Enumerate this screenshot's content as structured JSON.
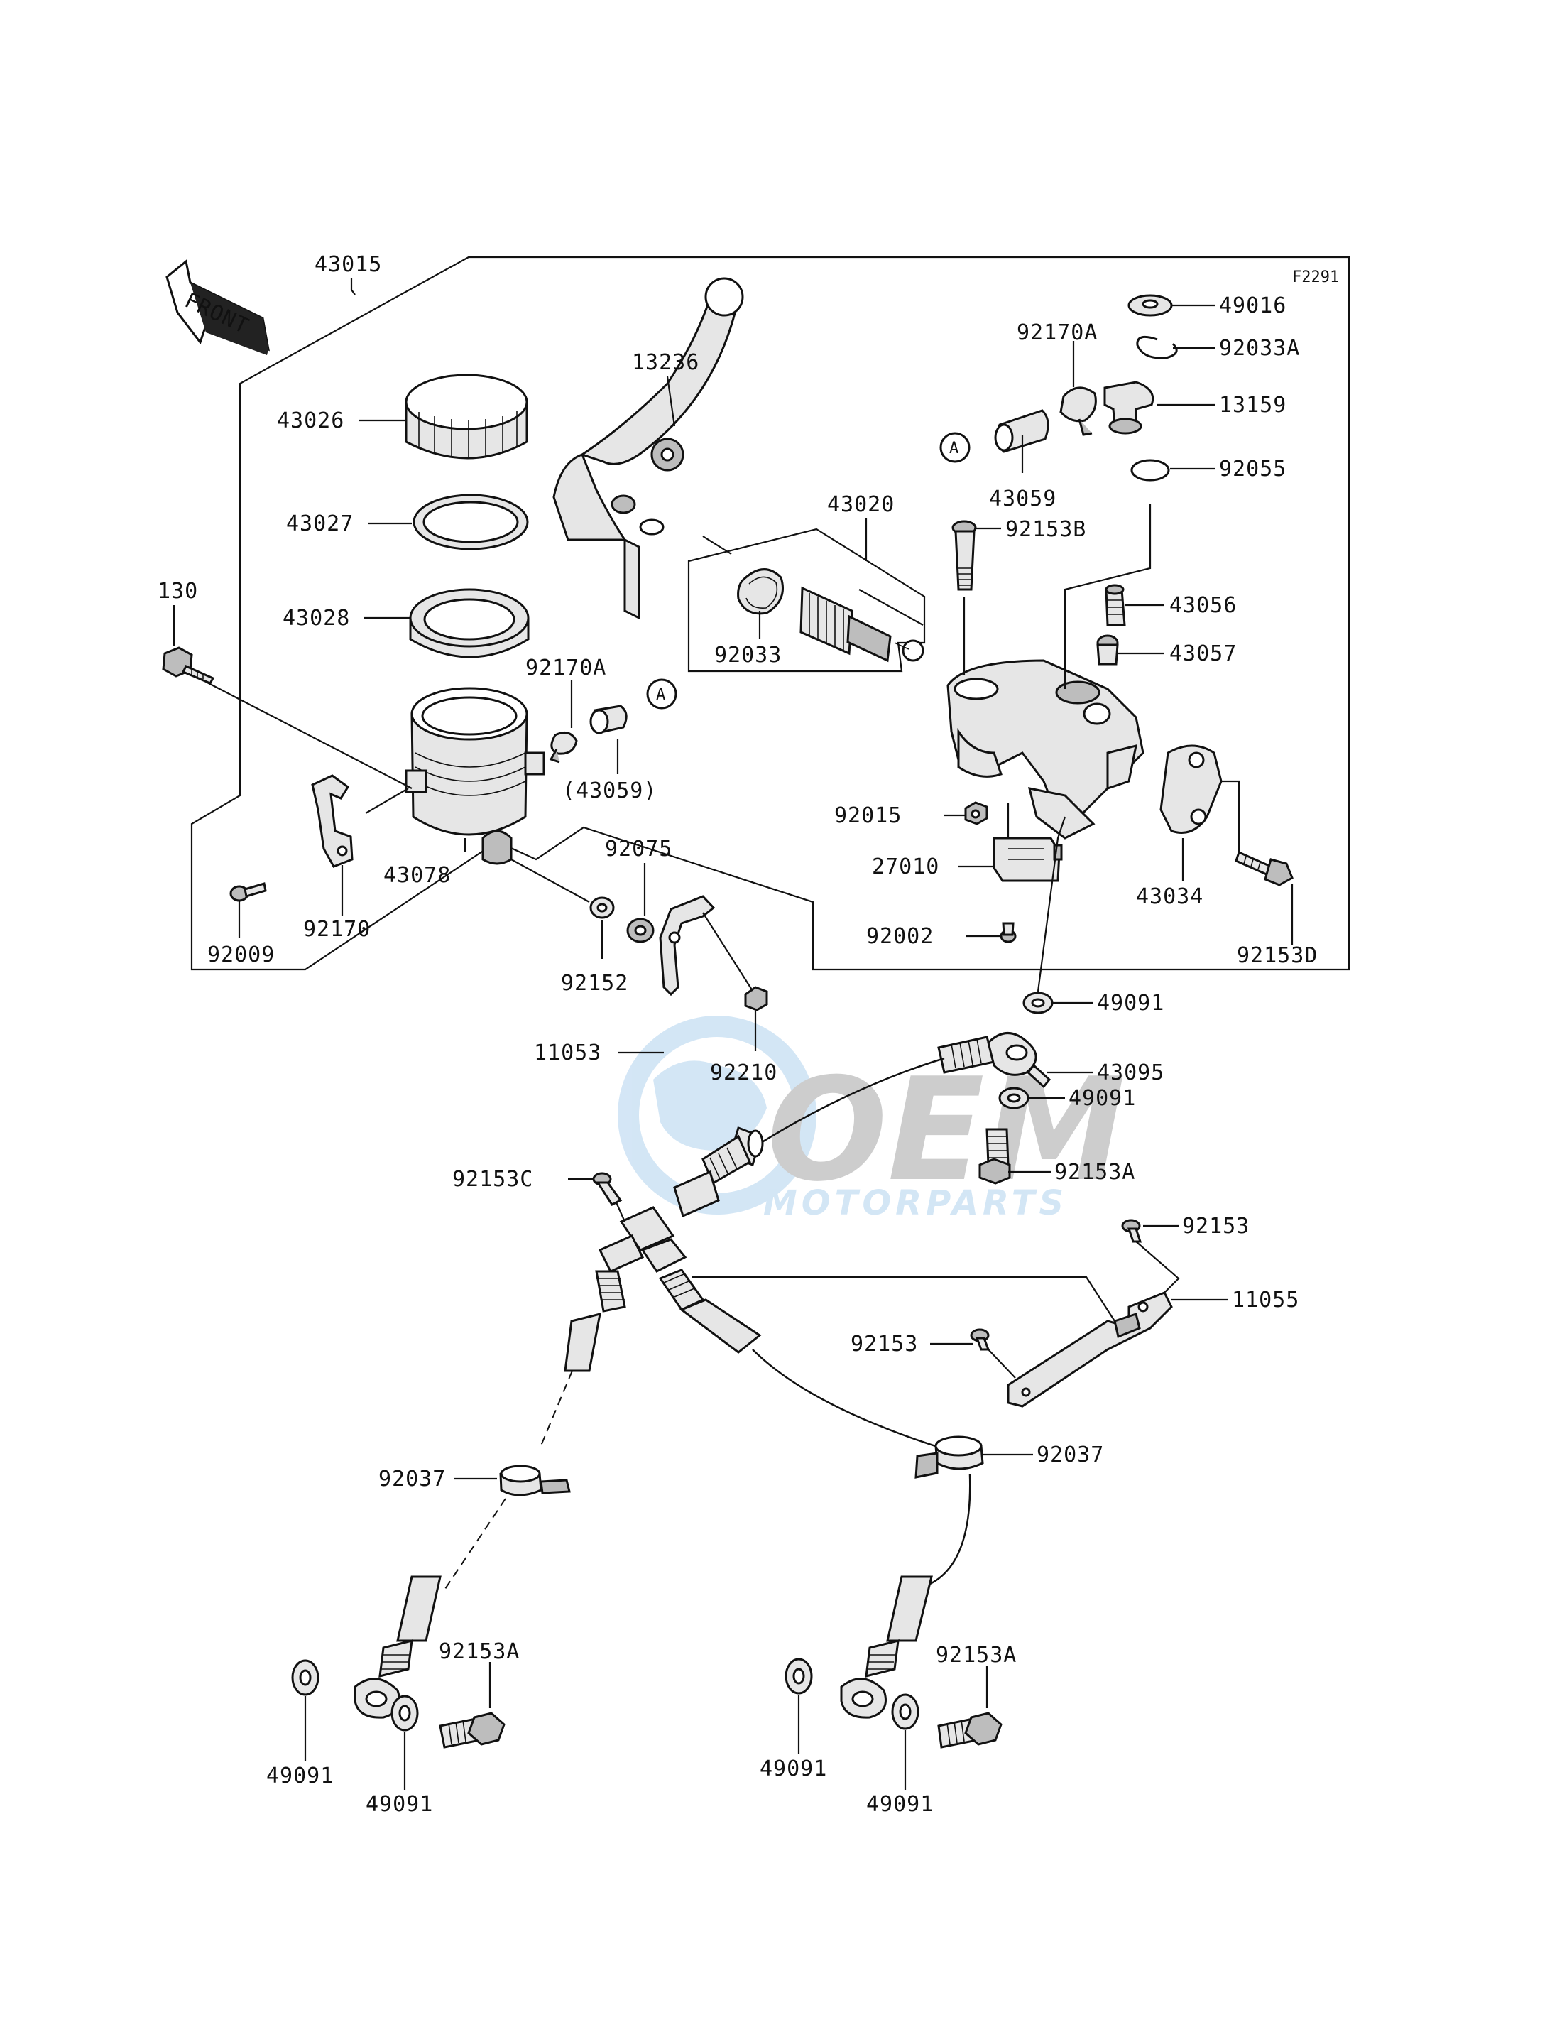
{
  "figure_code": "F2291",
  "front_label": "FRONT",
  "watermark": {
    "logo_text": "OEM",
    "sub_text": "MOTORPARTS"
  },
  "callout_letter": "A",
  "labels": {
    "p43015": "43015",
    "p43026": "43026",
    "p43027": "43027",
    "p43028": "43028",
    "p130": "130",
    "p92170A_left": "92170A",
    "p43059_paren": "(43059)",
    "p43078": "43078",
    "p92170": "92170",
    "p92009": "92009",
    "p13236": "13236",
    "p43020": "43020",
    "p92033": "92033",
    "p92075": "92075",
    "p92152": "92152",
    "p11053": "11053",
    "p92210": "92210",
    "p49016": "49016",
    "p92033A": "92033A",
    "p92170A_right": "92170A",
    "p13159": "13159",
    "p43059": "43059",
    "p92055": "92055",
    "p92153B": "92153B",
    "p43056": "43056",
    "p43057": "43057",
    "p92015": "92015",
    "p27010": "27010",
    "p92002": "92002",
    "p43034": "43034",
    "p92153D": "92153D",
    "p49091_top": "49091",
    "p43095": "43095",
    "p49091_mid": "49091",
    "p92153A_top": "92153A",
    "p92153C": "92153C",
    "p92153_a": "92153",
    "p11055": "11055",
    "p92153_b": "92153",
    "p92037_left": "92037",
    "p92037_right": "92037",
    "p92153A_left": "92153A",
    "p49091_ll": "49091",
    "p49091_lr": "49091",
    "p92153A_right": "92153A",
    "p49091_rl": "49091",
    "p49091_rr": "49091"
  }
}
